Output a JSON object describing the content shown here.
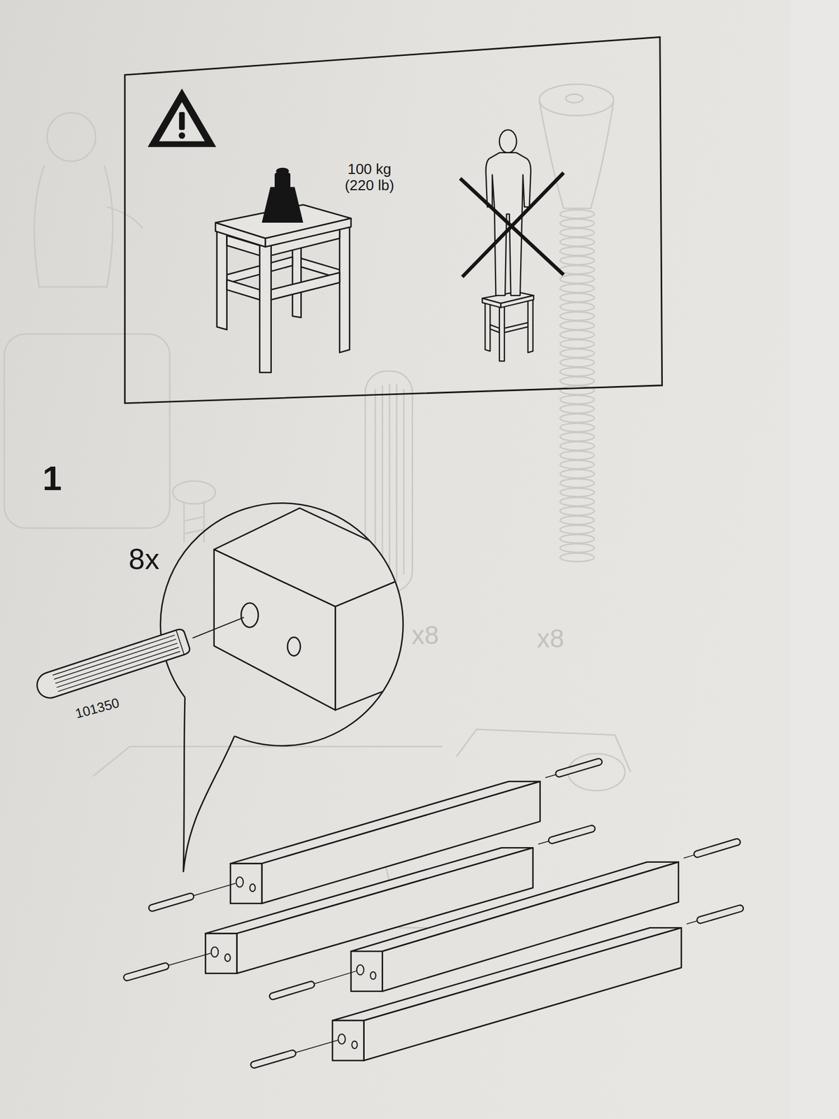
{
  "diagram": {
    "labels": [
      "100 kg (220 lb)",
      "1",
      "8x",
      "101350",
      "x8",
      "x8"
    ]
  }
}
